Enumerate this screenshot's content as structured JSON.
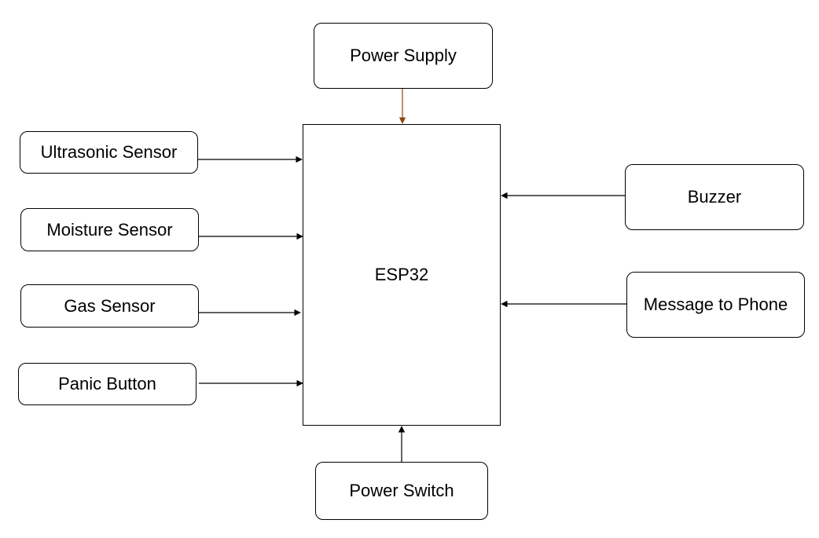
{
  "diagram": {
    "controller": {
      "label": "ESP32"
    },
    "nodes": {
      "power_supply": {
        "label": "Power Supply"
      },
      "ultrasonic_sensor": {
        "label": "Ultrasonic Sensor"
      },
      "moisture_sensor": {
        "label": "Moisture Sensor"
      },
      "gas_sensor": {
        "label": "Gas Sensor"
      },
      "panic_button": {
        "label": "Panic Button"
      },
      "buzzer": {
        "label": "Buzzer"
      },
      "message_to_phone": {
        "label": "Message to Phone"
      },
      "power_switch": {
        "label": "Power Switch"
      }
    },
    "edges": [
      {
        "from": "Power Supply",
        "to": "ESP32",
        "color": "#8B4513"
      },
      {
        "from": "Ultrasonic Sensor",
        "to": "ESP32",
        "color": "#000000"
      },
      {
        "from": "Moisture Sensor",
        "to": "ESP32",
        "color": "#000000"
      },
      {
        "from": "Gas Sensor",
        "to": "ESP32",
        "color": "#000000"
      },
      {
        "from": "Panic Button",
        "to": "ESP32",
        "color": "#000000"
      },
      {
        "from": "Buzzer",
        "to": "ESP32",
        "color": "#000000"
      },
      {
        "from": "Message to Phone",
        "to": "ESP32",
        "color": "#000000"
      },
      {
        "from": "Power Switch",
        "to": "ESP32",
        "color": "#000000"
      }
    ]
  }
}
